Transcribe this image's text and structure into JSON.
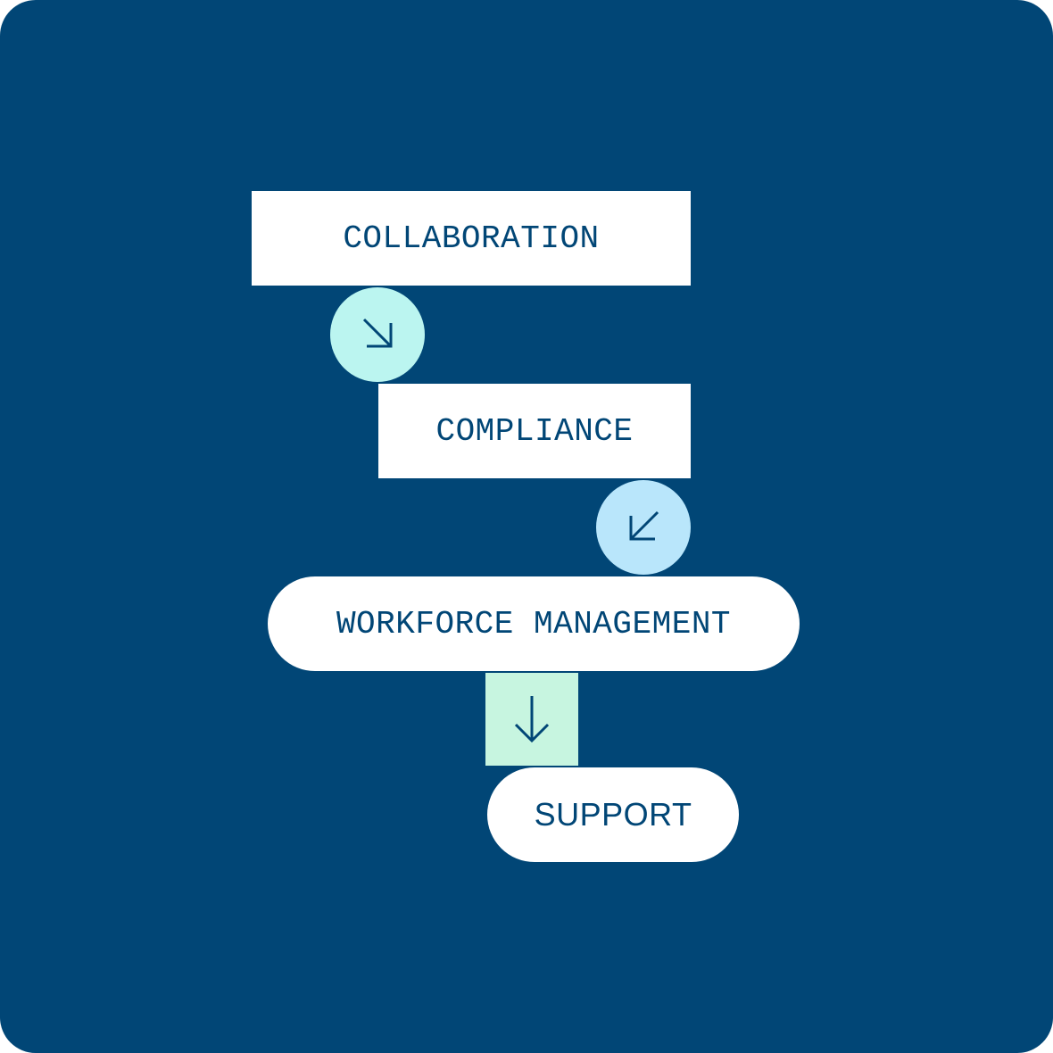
{
  "steps": [
    {
      "label": "COLLABORATION"
    },
    {
      "label": "COMPLIANCE"
    },
    {
      "label": "WORKFORCE MANAGEMENT"
    },
    {
      "label": "SUPPORT"
    }
  ],
  "connectors": [
    {
      "icon": "arrow-down-right-icon",
      "color": "#bbf5f0"
    },
    {
      "icon": "arrow-down-left-icon",
      "color": "#b9e6fb"
    },
    {
      "icon": "arrow-down-icon",
      "color": "#c7f5e0"
    }
  ],
  "colors": {
    "background": "#014676",
    "text": "#014676",
    "box": "#ffffff"
  }
}
